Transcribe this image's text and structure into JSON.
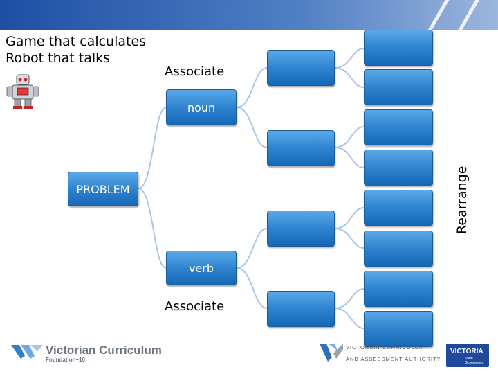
{
  "header": {
    "line1": "Game that calculates",
    "line2": "Robot that talks"
  },
  "diagram": {
    "root_label": "PROBLEM",
    "branch_top": {
      "label": "noun",
      "caption": "Associate"
    },
    "branch_bottom": {
      "label": "verb",
      "caption": "Associate"
    },
    "side_label": "Rearrange"
  },
  "footer": {
    "vc_title": "Victorian Curriculum",
    "vc_subtitle": "Foundation–10",
    "vcaa_line1": "VICTORIAN CURRICULUM",
    "vcaa_line2": "AND ASSESSMENT AUTHORITY",
    "vic_logo": "VICTORIA",
    "vic_logo_sub": "State\nGovernment"
  },
  "colors": {
    "banner": "#1f4fa3",
    "box_fill": "#2f83cf",
    "connector": "#a9c6e6"
  }
}
